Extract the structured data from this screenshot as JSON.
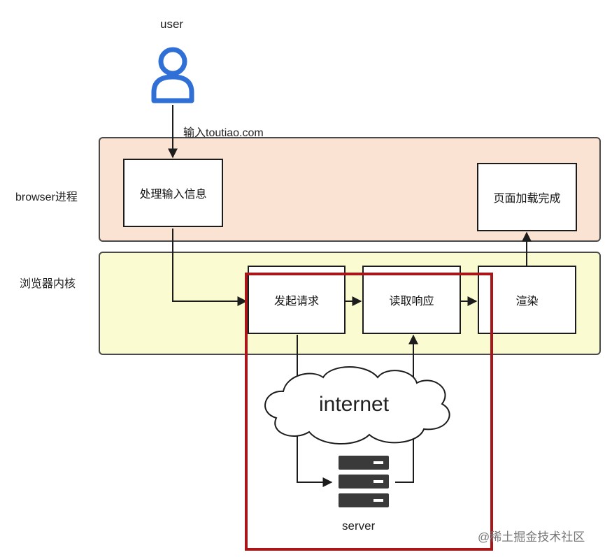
{
  "user": {
    "label": "user"
  },
  "input_text": "输入toutiao.com",
  "lanes": {
    "browser": {
      "label": "browser进程"
    },
    "kernel": {
      "label": "浏览器内核"
    }
  },
  "boxes": {
    "process_input": "处理输入信息",
    "page_loaded": "页面加载完成",
    "send_request": "发起请求",
    "read_response": "读取响应",
    "render": "渲染"
  },
  "cloud": {
    "label": "internet"
  },
  "server": {
    "label": "server"
  },
  "watermark": "@稀土掘金技术社区",
  "colors": {
    "user_icon": "#2f6fd6",
    "browser_lane": "#fbe3d3",
    "kernel_lane": "#fbfbd2",
    "highlight": "#a8161a",
    "server_icon": "#3a3a3a"
  }
}
